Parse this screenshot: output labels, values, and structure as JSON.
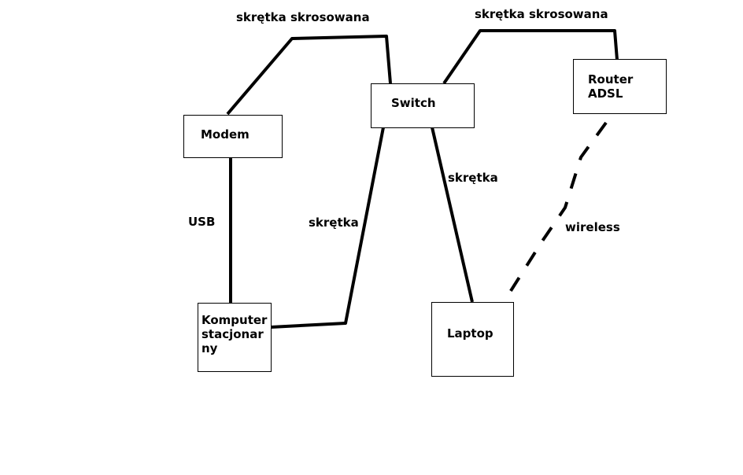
{
  "nodes": {
    "modem": "Modem",
    "switch": "Switch",
    "router": "Router\nADSL",
    "computer": "Komputer\nstacjonar\nny",
    "laptop": "Laptop"
  },
  "connections": {
    "modem_switch": "skrętka skrosowana",
    "switch_router": "skrętka skrosowana",
    "modem_computer": "USB",
    "switch_computer": "skrętka",
    "switch_laptop": "skrętka",
    "router_laptop": "wireless"
  },
  "colors": {
    "line": "#000000",
    "background": "#ffffff"
  }
}
